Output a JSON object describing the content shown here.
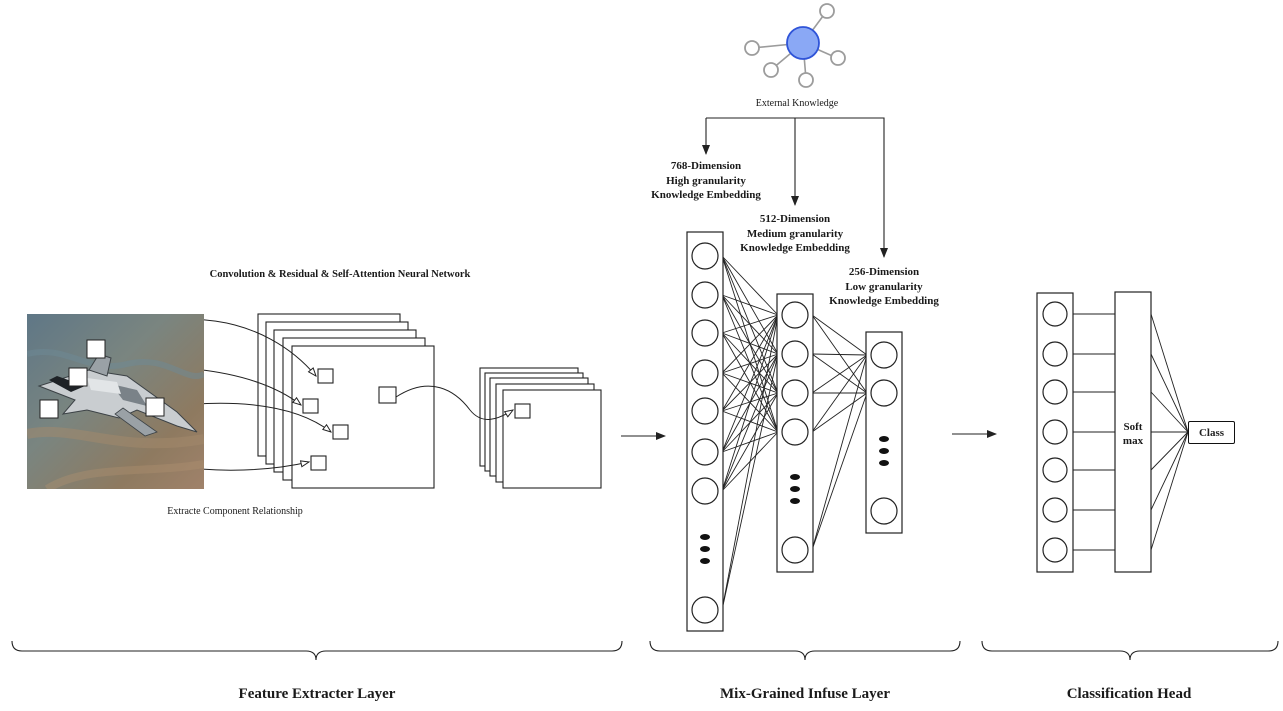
{
  "external_knowledge": {
    "label": "External Knowledge",
    "node_color": "#8aa8f5",
    "node_border": "#2f54d8",
    "branch_color": "#a0a0a0"
  },
  "feature_extractor": {
    "network_title": "Convolution & Residual & Self-Attention Neural Network",
    "component_label": "Extracte Component Relationship",
    "section_title": "Feature Extracter Layer"
  },
  "infuse_layer": {
    "emb_768": [
      "768-Dimension",
      "High granularity",
      "Knowledge Embedding"
    ],
    "emb_512": [
      "512-Dimension",
      "Medium granularity",
      "Knowledge Embedding"
    ],
    "emb_256": [
      "256-Dimension",
      "Low granularity",
      "Knowledge Embedding"
    ],
    "section_title": "Mix-Grained Infuse Layer"
  },
  "classification": {
    "softmax_lines": [
      "Soft",
      "max"
    ],
    "class_label": "Class",
    "section_title": "Classification Head"
  }
}
